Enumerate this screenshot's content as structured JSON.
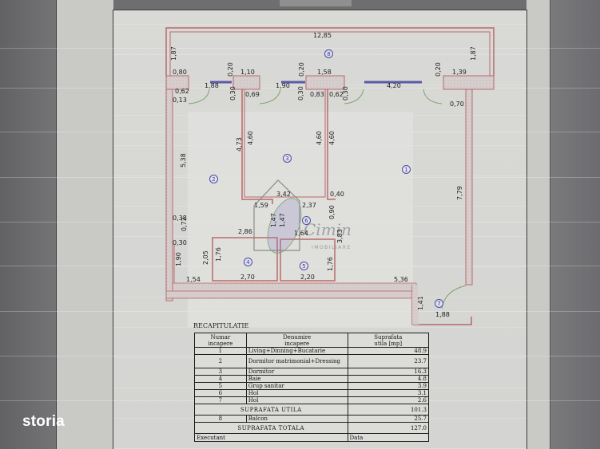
{
  "brand": {
    "logo_text": "storia"
  },
  "watermark": {
    "text": "Cimin",
    "subtext": "IMOBILIARE"
  },
  "floor_plan": {
    "room_labels": [
      "1",
      "2",
      "3",
      "4",
      "5",
      "6",
      "7",
      "8"
    ],
    "dimensions": {
      "top_overall": "12,85",
      "left_balcony_depth": "1,87",
      "right_balcony_depth": "1,87",
      "wall_left_top": "0,80",
      "wall_seg_1": "1,10",
      "wall_seg_2": "1,58",
      "wall_seg_right": "1,39",
      "wall_thick_1": "0,20",
      "wall_thick_2": "0,20",
      "wall_thick_3": "0,20",
      "window_1": "1,88",
      "window_2": "1,90",
      "window_3": "4,20",
      "door_1": "0,62",
      "door_offset": "0,13",
      "pier_1": "0,30",
      "pier_2": "0,69",
      "pier_3": "0,30",
      "pier_4": "0,83",
      "pier_5": "0,62",
      "pier_6": "0,30",
      "right_offset": "0,70",
      "left_wall": "5,38",
      "bed2_h": "4,73",
      "bed3_left_h": "4,60",
      "bed3_right_h": "4,60",
      "living_left_h": "4,60",
      "right_wall": "7,79",
      "bed3_w": "3,42",
      "living_pier": "0,40",
      "hall_1": "1,59",
      "hall_2": "2,37",
      "hall_3": "0,90",
      "hall_4": "1,47",
      "hall_5": "1,47",
      "hall_6": "1,64",
      "hall_7": "3,83",
      "hall_8": "2,86",
      "left_low_1": "0,38",
      "left_low_2": "0,72",
      "left_low_3": "0,30",
      "left_low_4": "1,90",
      "bath_h": "2,05",
      "bath_h2": "1,76",
      "wc_h": "1,76",
      "bottom_1": "1,54",
      "bath_w": "2,70",
      "wc_w": "2,20",
      "living_bottom": "5,36",
      "hall7_h": "1,41",
      "hall7_w": "1,88"
    }
  },
  "recap": {
    "title": "RECAPITULATIE",
    "headers": {
      "number": [
        "Numar",
        "incapere"
      ],
      "name": [
        "Denumire",
        "incapere"
      ],
      "area": [
        "Suprafata",
        "utila [mp]"
      ]
    },
    "rows": [
      {
        "nr": "1",
        "name": "Living+Dinning+Bucatarie",
        "area": "48.9"
      },
      {
        "nr": "2",
        "name": "Dormitor matrimonial+Dressing",
        "area": "23.7"
      },
      {
        "nr": "3",
        "name": "Dormitor",
        "area": "16.3"
      },
      {
        "nr": "4",
        "name": "Baie",
        "area": "4.8"
      },
      {
        "nr": "5",
        "name": "Grup sanitar",
        "area": "3.9"
      },
      {
        "nr": "6",
        "name": "Hol",
        "area": "3.1"
      },
      {
        "nr": "7",
        "name": "Hol",
        "area": "2.6"
      }
    ],
    "subtotal": {
      "label": "SUPRAFATA UTILA",
      "value": "101.3"
    },
    "balcony": {
      "nr": "8",
      "name": "Balcon",
      "area": "25.7"
    },
    "total": {
      "label": "SUPRAFATA TOTALA",
      "value": "127.0"
    },
    "footer": {
      "left": "Executant",
      "right": "Data"
    }
  }
}
